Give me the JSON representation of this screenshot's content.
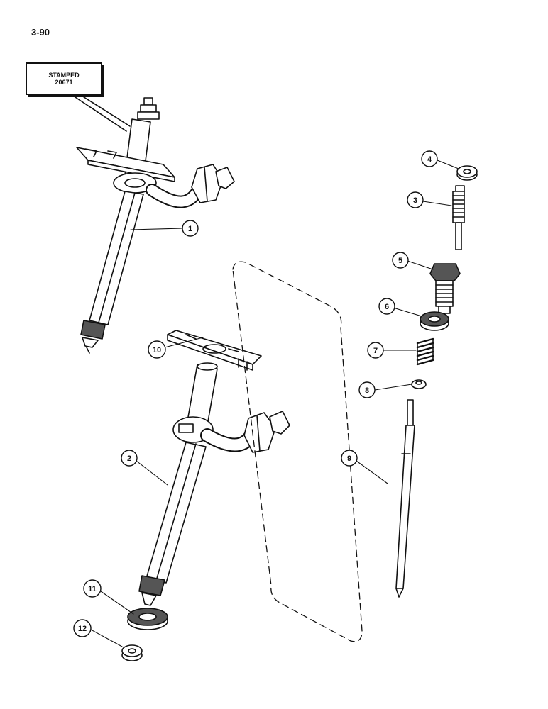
{
  "page": {
    "number": "3-90"
  },
  "stamp": {
    "line1": "STAMPED",
    "line2": "20671"
  },
  "callouts": [
    "1",
    "2",
    "3",
    "4",
    "5",
    "6",
    "7",
    "8",
    "9",
    "10",
    "11",
    "12"
  ],
  "colors": {
    "ink": "#111111",
    "paper": "#ffffff",
    "shade": "#555555"
  }
}
